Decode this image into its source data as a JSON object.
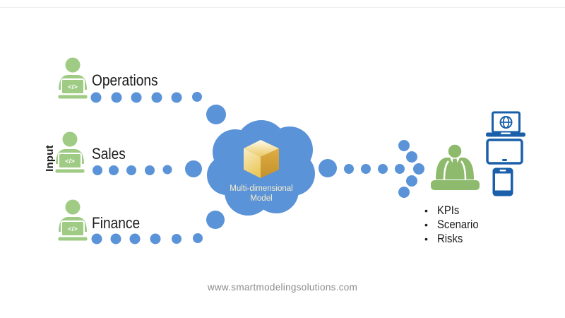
{
  "page": {
    "title": "Multi-dimensional model input/output diagram"
  },
  "colors": {
    "background": "#ffffff",
    "flow_blue": "#5b93d8",
    "device_blue": "#1a5fa9",
    "input_person_green": "#9fcb85",
    "presenter_green": "#8dba6c",
    "label_black": "#1c1c1c",
    "cloud_label_cream": "#f6efcc",
    "url_gray": "#8c8c8c",
    "cube_top_light": "#fdfaee",
    "cube_mid_gold": "#ecc95f",
    "cube_dark_gold": "#c3912c"
  },
  "input": {
    "section_label": "Input",
    "code_glyph": "</>",
    "sources": [
      {
        "label": "Operations",
        "icon": "person-laptop-icon"
      },
      {
        "label": "Sales",
        "icon": "person-laptop-icon"
      },
      {
        "label": "Finance",
        "icon": "person-laptop-icon"
      }
    ]
  },
  "model": {
    "label_line1": "Multi-dimensional",
    "label_line2": "Model",
    "icon": "gold-cube-3d-icon",
    "container": "cloud-icon"
  },
  "output": {
    "presenter_icon": "person-at-desk-icon",
    "device_icons": [
      "laptop-globe-icon",
      "tablet-icon",
      "smartphone-icon"
    ],
    "items": [
      {
        "label": "KPIs"
      },
      {
        "label": "Scenario"
      },
      {
        "label": "Risks"
      }
    ]
  },
  "footer": {
    "url": "www.smartmodelingsolutions.com"
  }
}
